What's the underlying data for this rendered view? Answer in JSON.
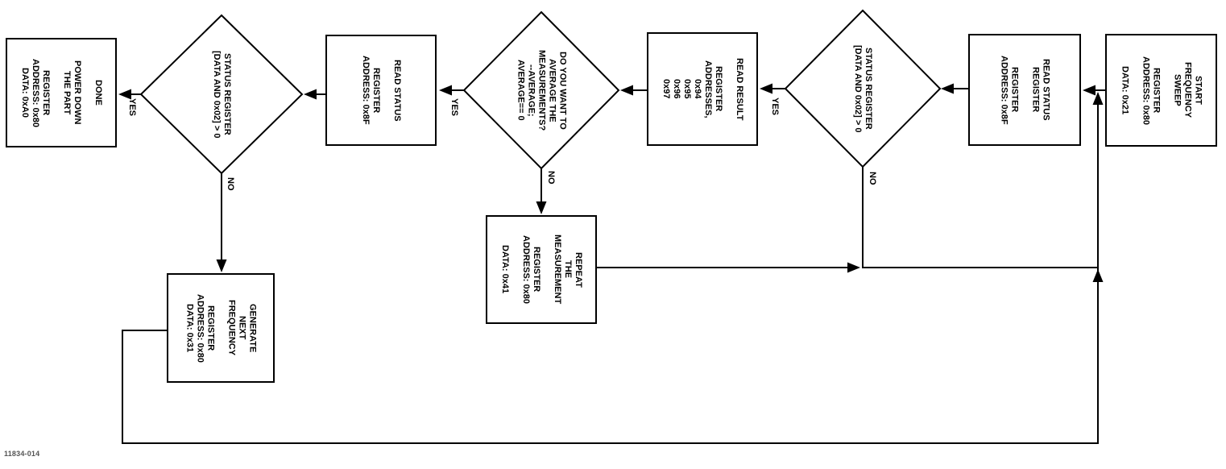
{
  "figure_label": "11834-014",
  "colors": {
    "line": "#000000",
    "text": "#000000",
    "background": "#ffffff",
    "figure_label": "#555555"
  },
  "labels": {
    "yes": "YES",
    "no": "NO"
  },
  "nodes": {
    "start_sweep": {
      "text": "START\nFREQUENCY\nSWEEP\n\nREGISTER\nADDRESS: 0x80\n\nDATA: 0x21"
    },
    "read_status_register_1": {
      "text": "READ STATUS\nREGISTER\n\nREGISTER\nADDRESS: 0x8F"
    },
    "status_check_1": {
      "text": "STATUS REGISTER\n[DATA AND 0x02] > 0"
    },
    "read_result": {
      "text": "READ RESULT\n\nREGISTER\nADDRESSES,\n0x94\n0x95\n0x96\n0x97"
    },
    "average_check": {
      "text": "DO YOU WANT TO\nAVERAGE THE\nMEASUREMENTS?\n--AVERAGE;\nAVERAGE== 0"
    },
    "read_status_2": {
      "text": "READ STATUS\n\nREGISTER\nADDRESS: 0x8F"
    },
    "status_check_2": {
      "text": "STATUS REGISTER\n[DATA AND 0x02] > 0"
    },
    "done": {
      "text": "DONE\n\nPOWER DOWN\nTHE PART\n\nREGISTER\nADDRESS: 0x80\nDATA: 0xA0"
    },
    "repeat_measurement": {
      "text": "REPEAT\nTHE\nMEASUREMENT\n\nREGISTER\nADDRESS: 0x80\n\nDATA: 0x41"
    },
    "generate_next_frequency": {
      "text": "GENERATE\nNEXT\nFREQUENCY\n\nREGISTER\nADDRESS: 0x80\nDATA: 0x31"
    }
  }
}
